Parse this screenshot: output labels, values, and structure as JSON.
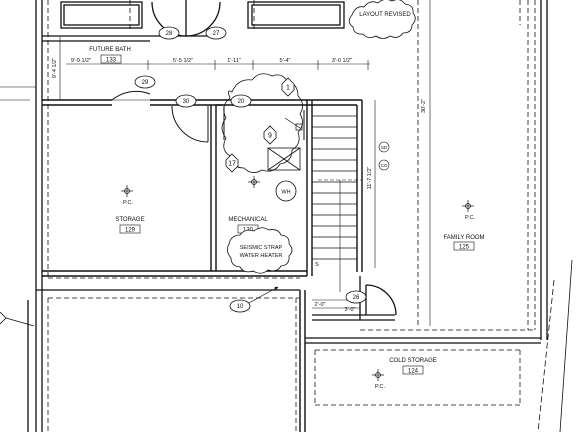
{
  "rooms": {
    "future_bath": {
      "name": "FUTURE BATH",
      "number": "133"
    },
    "storage": {
      "name": "STORAGE",
      "number": "129"
    },
    "mechanical": {
      "name": "MECHANICAL",
      "number": "130"
    },
    "family_room": {
      "name": "FAMILY ROOM",
      "number": "125"
    },
    "cold_storage": {
      "name": "COLD STORAGE",
      "number": "124"
    }
  },
  "keynotes": {
    "k28": "28",
    "k27": "27",
    "k29": "29",
    "k30": "30",
    "k20": "20",
    "k1": "1",
    "k9": "9",
    "k17": "17",
    "k10": "10",
    "k26": "26"
  },
  "ceiling": {
    "label": "P.C."
  },
  "clouds": {
    "layout": "LAYOUT REVISED",
    "seismic_line1": "SEISMIC STRAP",
    "seismic_line2": "WATER HEATER"
  },
  "fixtures": {
    "water_heater": "WH",
    "smoke_1": "SD",
    "smoke_2": "CO"
  },
  "dimensions": {
    "d1": "9'-9 1/2\"",
    "d2": "5'-5 1/2\"",
    "d3": "1'-11\"",
    "d4": "5'-4\"",
    "d5": "3'-0 1/2\"",
    "d6": "9'-4 1/2\"",
    "d7": "11'-7 1/2\"",
    "d8": "30'-2\"",
    "d9": "2'-0\"",
    "d10": "3'-0\""
  },
  "markers": {
    "stair_up": "S"
  }
}
